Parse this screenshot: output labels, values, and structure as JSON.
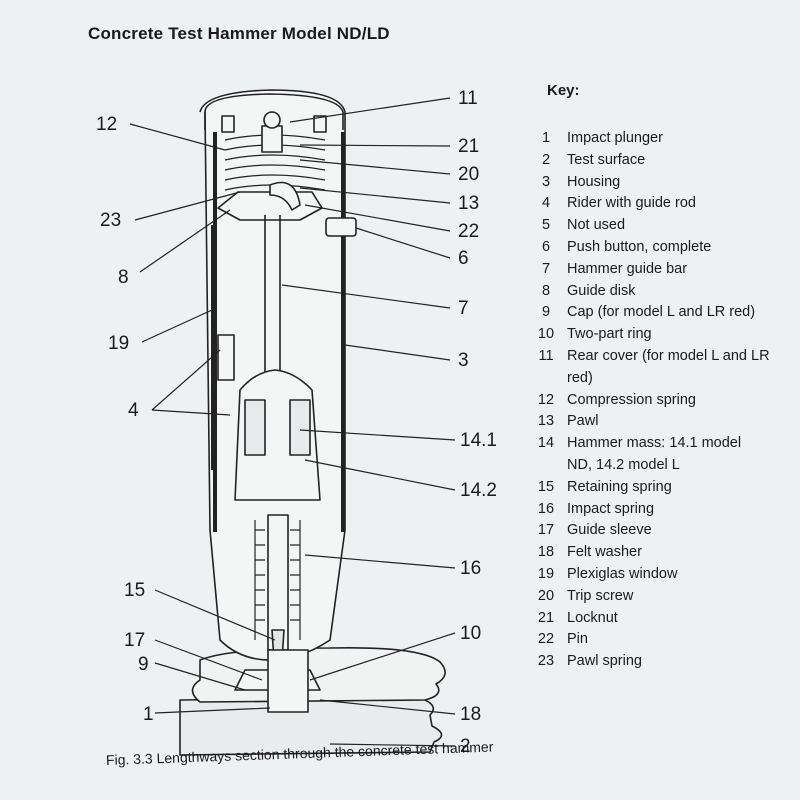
{
  "title": "Concrete Test Hammer Model ND/LD",
  "key_heading": "Key:",
  "key": [
    {
      "num": "1",
      "label": "Impact plunger"
    },
    {
      "num": "2",
      "label": "Test surface"
    },
    {
      "num": "3",
      "label": "Housing"
    },
    {
      "num": "4",
      "label": "Rider with guide rod"
    },
    {
      "num": "5",
      "label": "Not used"
    },
    {
      "num": "6",
      "label": "Push button, complete"
    },
    {
      "num": "7",
      "label": "Hammer guide bar"
    },
    {
      "num": "8",
      "label": "Guide disk"
    },
    {
      "num": "9",
      "label": "Cap (for model L and LR red)"
    },
    {
      "num": "10",
      "label": "Two-part ring"
    },
    {
      "num": "11",
      "label": "Rear cover (for model L and LR red)"
    },
    {
      "num": "12",
      "label": "Compression spring"
    },
    {
      "num": "13",
      "label": "Pawl"
    },
    {
      "num": "14",
      "label": "Hammer mass: 14.1 model ND, 14.2 model L"
    },
    {
      "num": "15",
      "label": "Retaining spring"
    },
    {
      "num": "16",
      "label": "Impact spring"
    },
    {
      "num": "17",
      "label": "Guide sleeve"
    },
    {
      "num": "18",
      "label": "Felt washer"
    },
    {
      "num": "19",
      "label": "Plexiglas window"
    },
    {
      "num": "20",
      "label": "Trip screw"
    },
    {
      "num": "21",
      "label": "Locknut"
    },
    {
      "num": "22",
      "label": "Pin"
    },
    {
      "num": "23",
      "label": "Pawl spring"
    }
  ],
  "callouts": {
    "c11": "11",
    "c12": "12",
    "c21": "21",
    "c20": "20",
    "c13": "13",
    "c23": "23",
    "c22": "22",
    "c6": "6",
    "c8": "8",
    "c7": "7",
    "c19": "19",
    "c3": "3",
    "c4": "4",
    "c14_1": "14.1",
    "c14_2": "14.2",
    "c16": "16",
    "c15": "15",
    "c10": "10",
    "c17": "17",
    "c9": "9",
    "c1": "1",
    "c18": "18",
    "c2": "2"
  },
  "caption": "Fig. 3.3 Lengthways section through the concrete test hammer"
}
